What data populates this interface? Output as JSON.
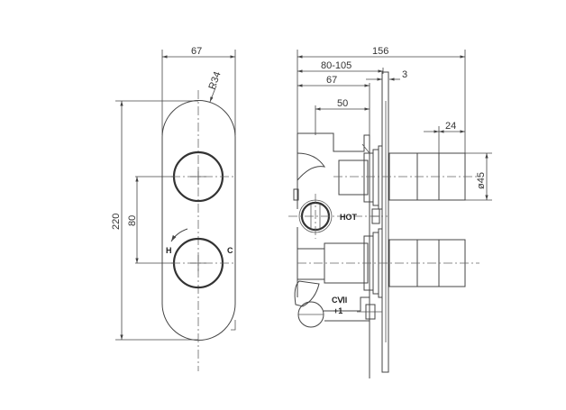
{
  "front_view": {
    "width_dim": "67",
    "radius_dim": "R34",
    "height_dim": "220",
    "spacing_dim": "80",
    "hot_label": "H",
    "cold_label": "C"
  },
  "side_view": {
    "overall_depth_dim": "156",
    "adjustable_depth_dim": "80-105",
    "body_depth_dim": "67",
    "inlet_dim": "50",
    "plate_thickness_dim": "3",
    "knob_length_dim": "24",
    "knob_diameter_dim": "ø45",
    "hot_inlet_label": "HOT",
    "outlet_label_line1": "CⅥI",
    "outlet_label_line2": "+1"
  }
}
